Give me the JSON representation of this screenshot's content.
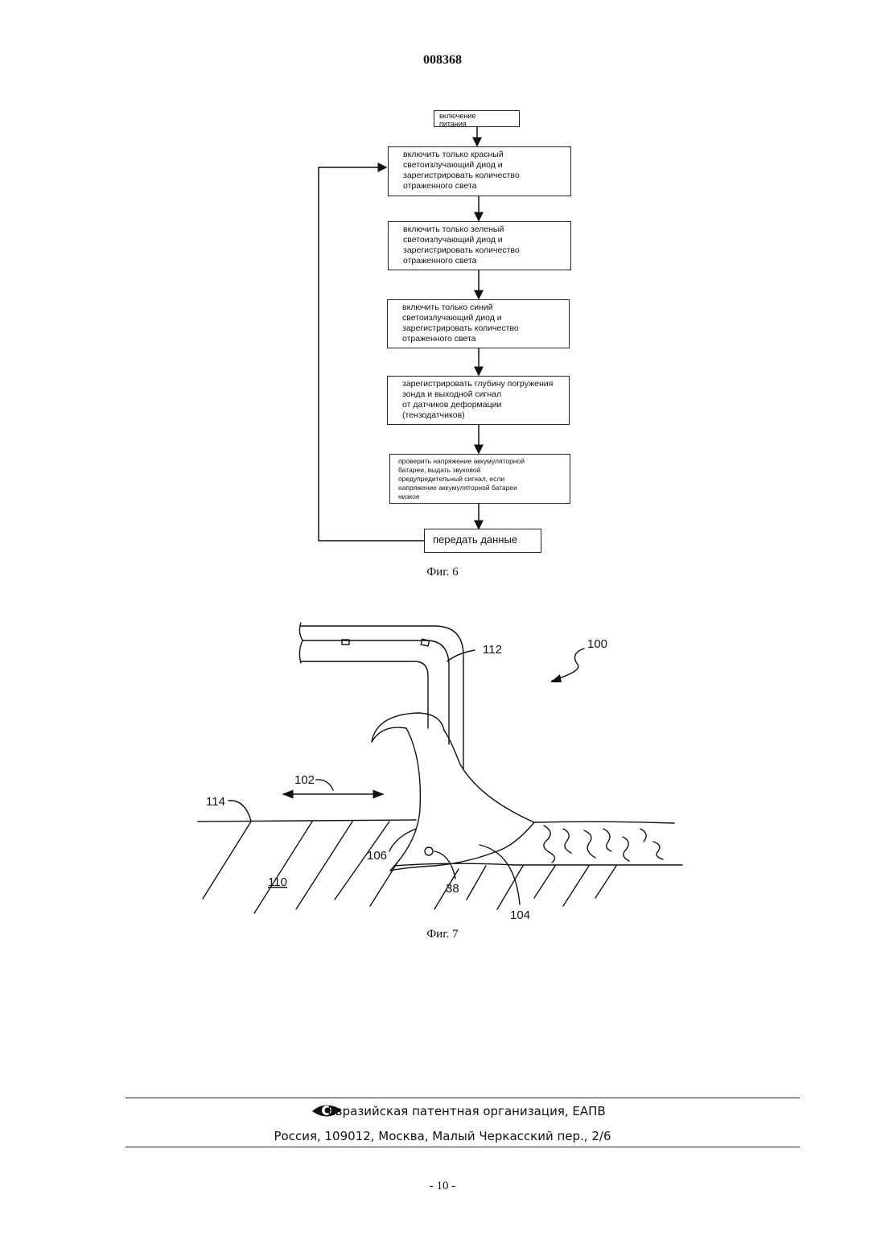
{
  "document_number": "008368",
  "figure6": {
    "steps": [
      "включение\nпитания",
      "включить только красный\nсветоизлучающий диод и\nзарегистрировать количество\nотраженного света",
      "включить только зеленый\nсветоизлучающий диод и\nзарегистрировать количество\nотраженного света",
      "включить только синий\nсветоизлучающий диод и\nзарегистрировать количество\nотраженного света",
      "зарегистрировать глубину погружения\nзонда и выходной сигнал\nот датчиков деформации\n(тензодатчиков)",
      "проверить напряжение аккумуляторной\nбатареи, выдать звуковой\nпредупредительный сигнал, если\nнапряжение аккумуляторной батареи\nнизкое",
      "передать данные"
    ],
    "caption": "Фиг. 6"
  },
  "figure7": {
    "labels": {
      "ref_100": "100",
      "ref_112": "112",
      "ref_102": "102",
      "ref_114": "114",
      "ref_106": "106",
      "ref_110": "110",
      "ref_38": "38",
      "ref_104": "104"
    },
    "caption": "Фиг. 7"
  },
  "footer": {
    "organization": "Евразийская патентная организация, ЕАПВ",
    "address": "Россия, 109012, Москва, Малый Черкасский пер., 2/6"
  },
  "page_number": "- 10 -"
}
